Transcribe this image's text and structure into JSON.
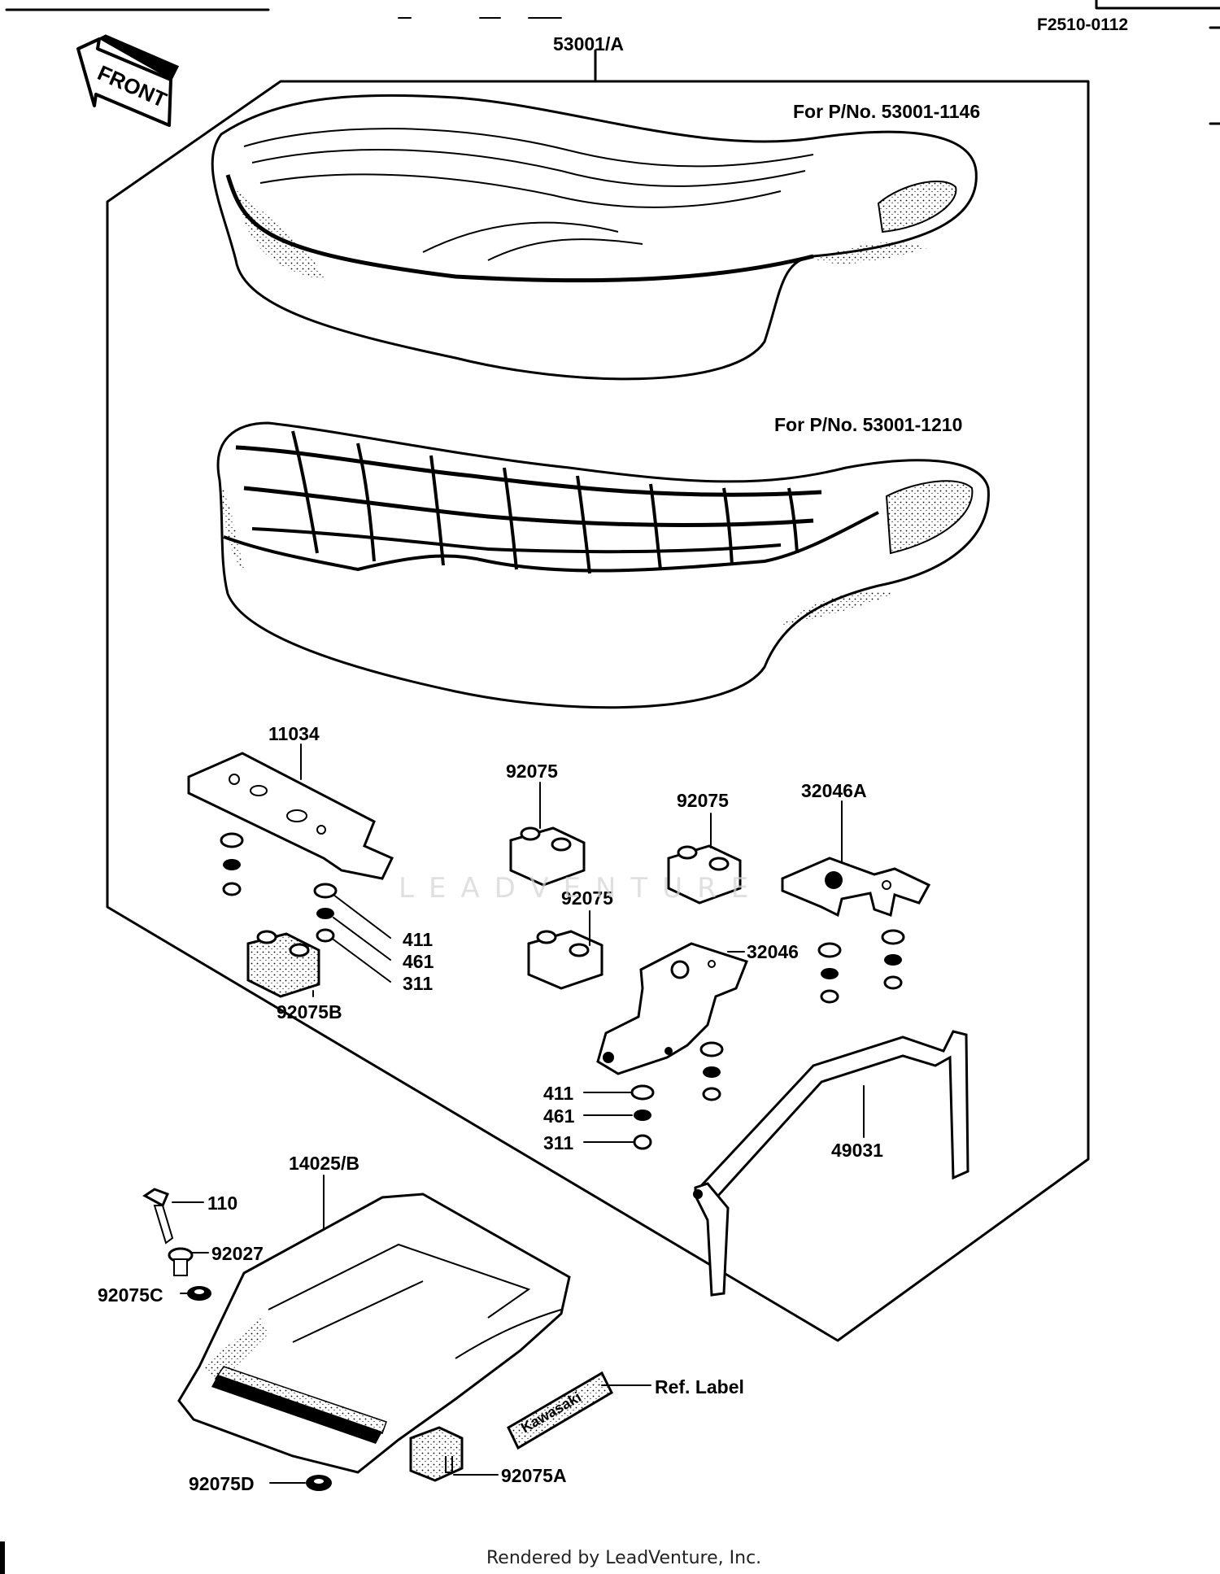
{
  "figure_code": "F2510-0112",
  "front_arrow_label": "FRONT",
  "watermark": "LEADVENTURE",
  "footer": "Rendered by LeadVenture, Inc.",
  "labels": {
    "seat_assembly": "53001/A",
    "seat_note_1": "For P/No. 53001-1146",
    "seat_note_2": "For P/No. 53001-1210",
    "bracket_11034": "11034",
    "damper_a": "92075",
    "damper_b": "92075",
    "damper_c": "92075",
    "damper_92075b": "92075B",
    "bracket_32046a": "32046A",
    "bracket_32046": "32046",
    "washer_411_top": "411",
    "washer_461_top": "461",
    "nut_311_top": "311",
    "washer_411_bottom": "411",
    "washer_461_bottom": "461",
    "nut_311_bottom": "311",
    "strap_49031": "49031",
    "cover_14025b": "14025/B",
    "bolt_110": "110",
    "collar_92027": "92027",
    "damper_92075c": "92075C",
    "damper_92075d": "92075D",
    "damper_92075a": "92075A",
    "ref_label": "Ref. Label",
    "emblem_text": "Kawasaki"
  }
}
